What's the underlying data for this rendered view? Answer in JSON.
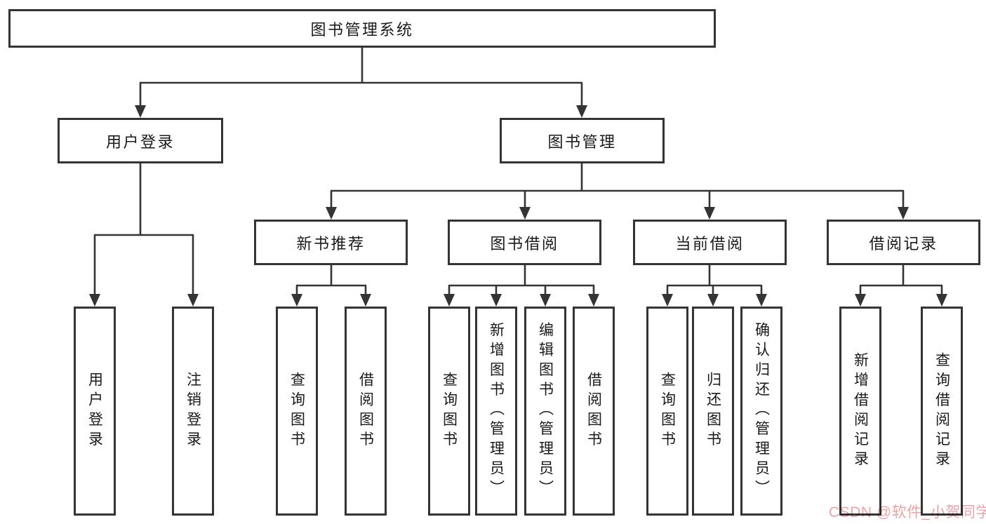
{
  "colors": {
    "line": "#343434",
    "watermark": "#efa2a4"
  },
  "diagram": {
    "root": {
      "label": "图书管理系统"
    },
    "level1": {
      "user_login": {
        "label": "用户登录"
      },
      "book_mgmt": {
        "label": "图书管理"
      }
    },
    "level2": {
      "new_book_rec": {
        "label": "新书推荐"
      },
      "book_borrow": {
        "label": "图书借阅"
      },
      "current_borrow": {
        "label": "当前借阅"
      },
      "borrow_record": {
        "label": "借阅记录"
      }
    },
    "leaves": {
      "user_login_leaf": {
        "label": "用户登录"
      },
      "logout_leaf": {
        "label": "注销登录"
      },
      "nb_query_book": {
        "label": "查询图书"
      },
      "nb_borrow_book": {
        "label": "借阅图书"
      },
      "bb_query_book": {
        "label": "查询图书"
      },
      "bb_add_book": {
        "label": "新增图书（管理员）"
      },
      "bb_edit_book": {
        "label": "编辑图书（管理员）"
      },
      "bb_borrow_book": {
        "label": "借阅图书"
      },
      "cb_query_book": {
        "label": "查询图书"
      },
      "cb_return_book": {
        "label": "归还图书"
      },
      "cb_confirm_return": {
        "label": "确认归还（管理员）"
      },
      "br_add_record": {
        "label": "新增借阅记录"
      },
      "br_query_record": {
        "label": "查询借阅记录"
      }
    }
  },
  "watermark": {
    "text": "CSDN @软件_小贺同学"
  }
}
